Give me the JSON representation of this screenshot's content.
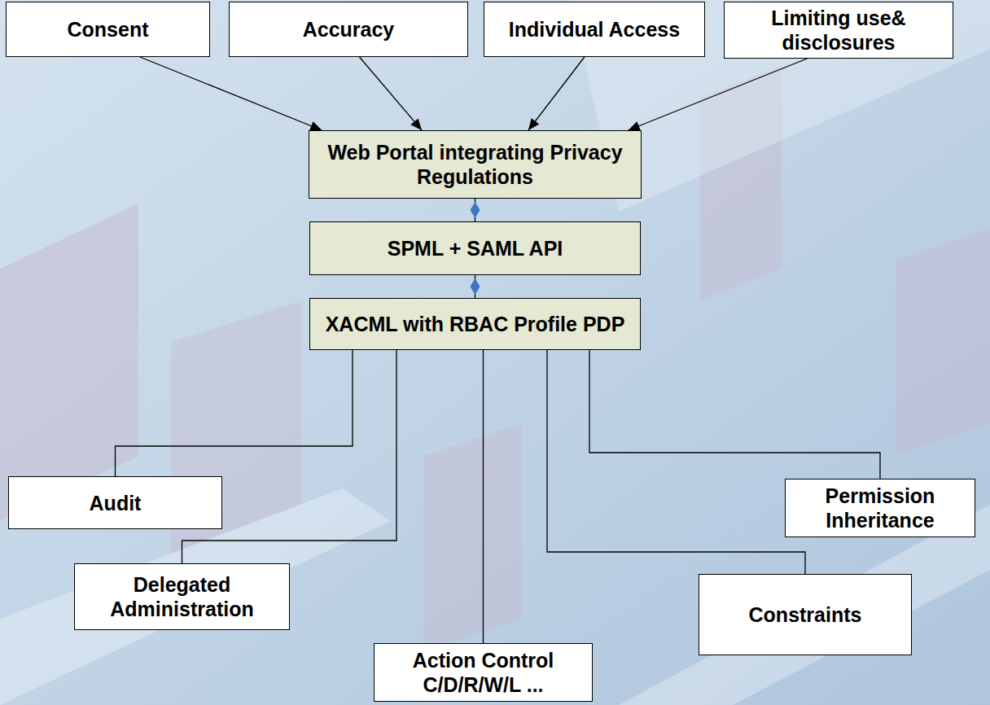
{
  "diagram": {
    "nodes": [
      {
        "text": [
          "Consent"
        ]
      },
      {
        "text": [
          "Accuracy"
        ]
      },
      {
        "text": [
          "Individual Access"
        ]
      },
      {
        "text": [
          "Limiting use& disclosures"
        ]
      },
      {
        "text": [
          "Web Portal integrating Privacy Regulations"
        ]
      },
      {
        "text": [
          "SPML + SAML API"
        ]
      },
      {
        "text": [
          "XACML with RBAC Profile PDP"
        ]
      },
      {
        "text": [
          "Audit"
        ]
      },
      {
        "text": [
          "Permission Inheritance"
        ]
      },
      {
        "text": [
          "Delegated Administration"
        ]
      },
      {
        "text": [
          "Constraints"
        ]
      },
      {
        "text": [
          "Action Control C/D/R/W/L ..."
        ]
      }
    ],
    "edges": [
      {
        "from": 0,
        "to": 4,
        "arrow": "to"
      },
      {
        "from": 1,
        "to": 4,
        "arrow": "to"
      },
      {
        "from": 2,
        "to": 4,
        "arrow": "to"
      },
      {
        "from": 3,
        "to": 4,
        "arrow": "to"
      },
      {
        "from": 4,
        "to": 5,
        "arrow": "none"
      },
      {
        "from": 5,
        "to": 6,
        "arrow": "none"
      },
      {
        "from": 6,
        "to": 7,
        "arrow": "none"
      },
      {
        "from": 6,
        "to": 9,
        "arrow": "none"
      },
      {
        "from": 6,
        "to": 11,
        "arrow": "none"
      },
      {
        "from": 6,
        "to": 10,
        "arrow": "none"
      },
      {
        "from": 6,
        "to": 8,
        "arrow": "none"
      }
    ]
  }
}
